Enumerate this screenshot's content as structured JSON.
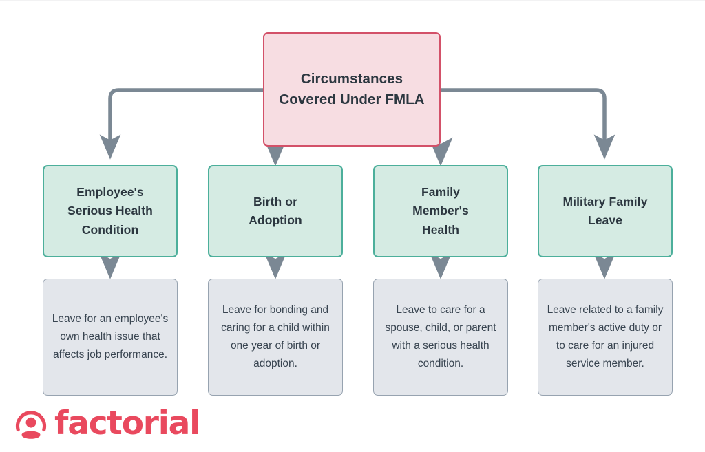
{
  "diagram": {
    "title": "Circumstances Covered Under FMLA",
    "root": {
      "label": "Circumstances\nCovered Under FMLA",
      "fill": "#f7dde2",
      "border": "#d35169"
    },
    "branches": [
      {
        "category": "Employee's\nSerious Health\nCondition",
        "description": "Leave for an employee's own health issue that affects job performance."
      },
      {
        "category": "Birth or\nAdoption",
        "description": "Leave for bonding and caring for a child within one year of birth or adoption."
      },
      {
        "category": "Family\nMember's\nHealth",
        "description": "Leave to care for a spouse, child, or parent with a serious health condition."
      },
      {
        "category": "Military Family\nLeave",
        "description": "Leave related to a family member's active duty or to care for an injured service member."
      }
    ],
    "colors": {
      "background": "#ffffff",
      "root_fill": "#f7dde2",
      "root_border": "#d35169",
      "category_fill": "#d5ebe3",
      "category_border": "#4caf9b",
      "description_fill": "#e3e6eb",
      "description_border": "#97a3b0",
      "connector": "#7b8894",
      "text_dark": "#2c3740",
      "brand": "#e9495e"
    }
  },
  "logo": {
    "wordmark": "factorial",
    "mark_name": "factorial-avatar-mark",
    "color": "#e9495e"
  }
}
